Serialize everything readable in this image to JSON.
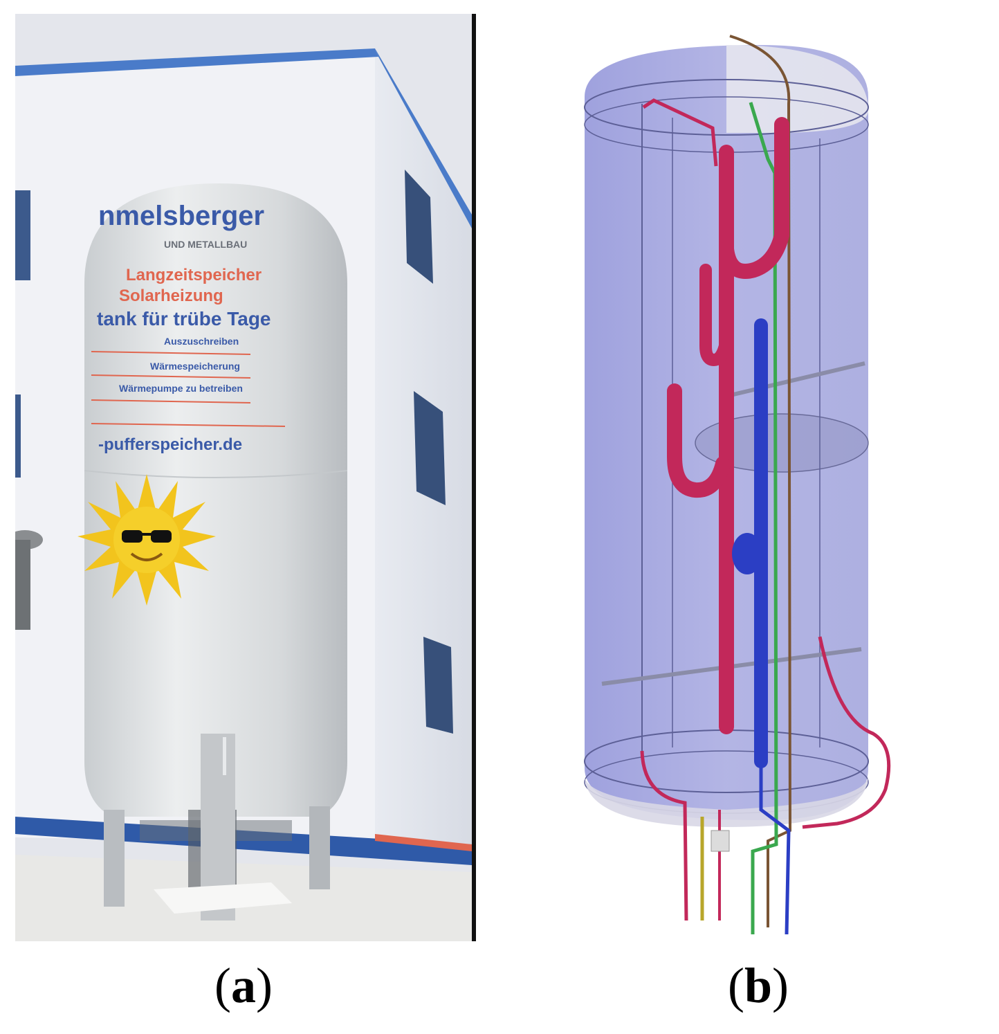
{
  "panels": {
    "a": {
      "caption_open": "(",
      "caption_letter": "a",
      "caption_close": ")",
      "tank_lines": [
        "nmelsberger",
        "UND METALLBAU",
        "Langzeitspeicher",
        "Solarheizung",
        "tank für trübe Tage",
        "Auszuschreiben",
        "Wärmespeicherung",
        "Wärmepumpe zu betreiben",
        "-pufferspeicher.de"
      ]
    },
    "b": {
      "caption_open": "(",
      "caption_letter": "b",
      "caption_close": ")"
    }
  },
  "colors": {
    "building_wall": "#eef0f5",
    "tank_body": "#d9dcde",
    "text_blue": "#3a5aa8",
    "text_red": "#e0664f",
    "sun_yellow": "#f2c41d",
    "render_glass": "#8b8fd6",
    "pipe_red": "#c2285a",
    "pipe_blue": "#2b3ec4",
    "pipe_green": "#3aa84e"
  }
}
